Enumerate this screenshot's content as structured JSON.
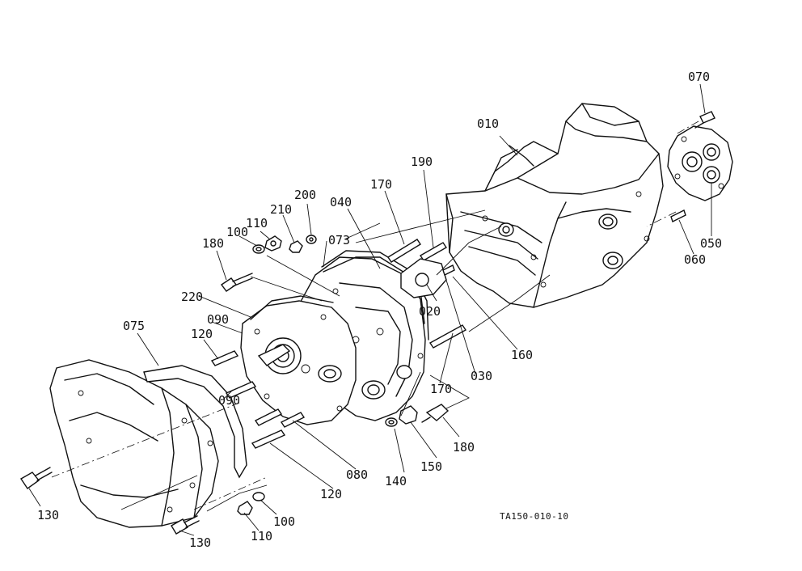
{
  "reference_code": "TA150-010-10",
  "parts": [
    {
      "id": "p010",
      "number": "010"
    },
    {
      "id": "p070",
      "number": "070"
    },
    {
      "id": "p190",
      "number": "190"
    },
    {
      "id": "p170a",
      "number": "170"
    },
    {
      "id": "p040",
      "number": "040"
    },
    {
      "id": "p200",
      "number": "200"
    },
    {
      "id": "p210",
      "number": "210"
    },
    {
      "id": "p110a",
      "number": "110"
    },
    {
      "id": "p073",
      "number": "073"
    },
    {
      "id": "p100a",
      "number": "100"
    },
    {
      "id": "p180a",
      "number": "180"
    },
    {
      "id": "p220",
      "number": "220"
    },
    {
      "id": "p090a",
      "number": "090"
    },
    {
      "id": "p075",
      "number": "075"
    },
    {
      "id": "p120a",
      "number": "120"
    },
    {
      "id": "p090b",
      "number": "090"
    },
    {
      "id": "p020",
      "number": "020"
    },
    {
      "id": "p050",
      "number": "050"
    },
    {
      "id": "p060",
      "number": "060"
    },
    {
      "id": "p160",
      "number": "160"
    },
    {
      "id": "p170b",
      "number": "170"
    },
    {
      "id": "p030",
      "number": "030"
    },
    {
      "id": "p180b",
      "number": "180"
    },
    {
      "id": "p150",
      "number": "150"
    },
    {
      "id": "p140",
      "number": "140"
    },
    {
      "id": "p080",
      "number": "080"
    },
    {
      "id": "p120b",
      "number": "120"
    },
    {
      "id": "p130a",
      "number": "130"
    },
    {
      "id": "p130b",
      "number": "130"
    },
    {
      "id": "p110b",
      "number": "110"
    },
    {
      "id": "p100b",
      "number": "100"
    }
  ]
}
